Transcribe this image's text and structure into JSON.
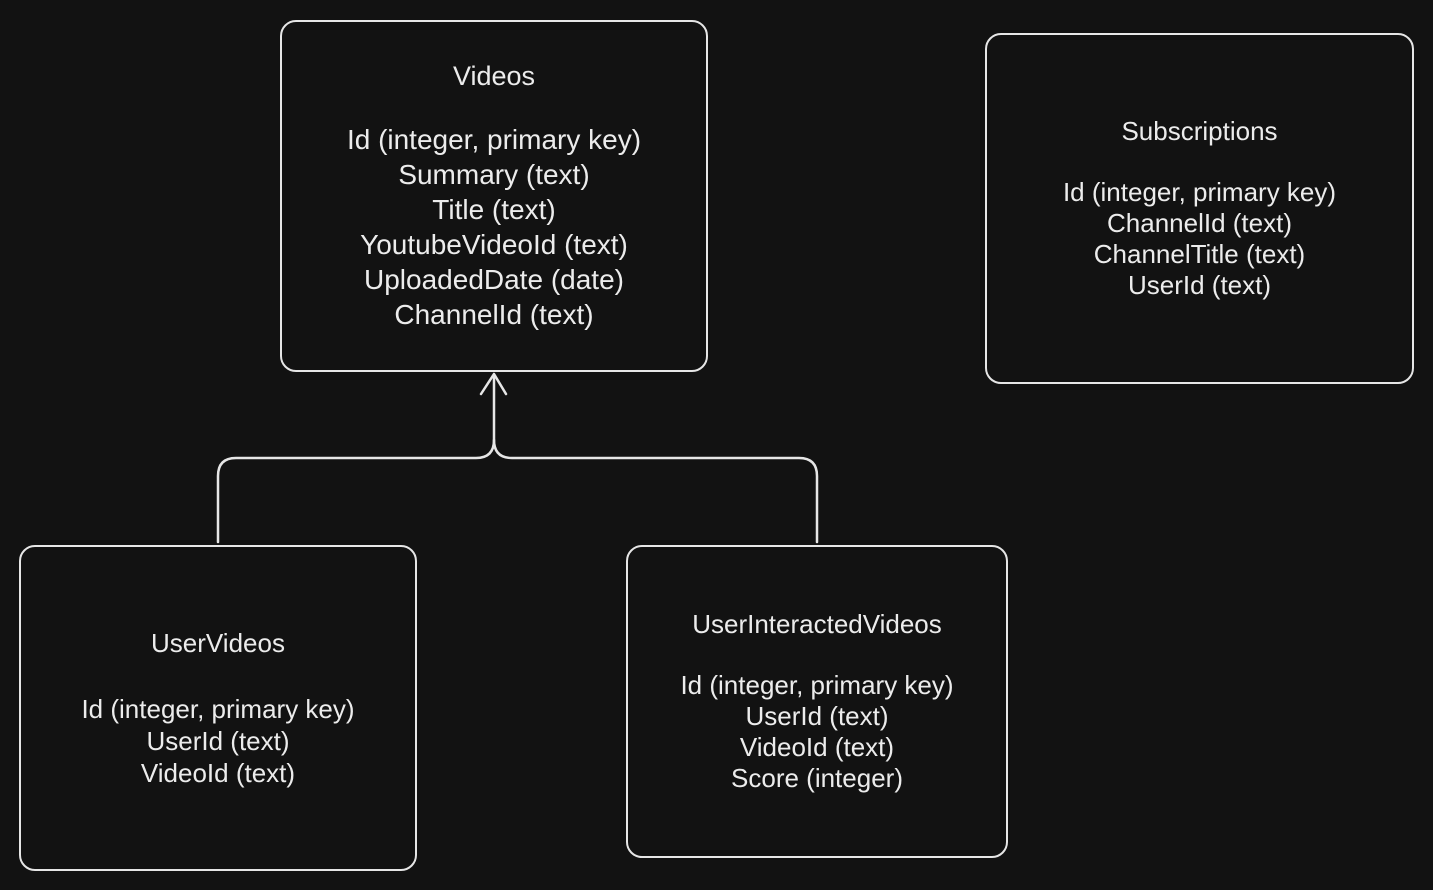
{
  "entities": {
    "videos": {
      "title": "Videos",
      "fields": [
        "Id (integer, primary key)",
        "Summary (text)",
        "Title (text)",
        "YoutubeVideoId (text)",
        "UploadedDate (date)",
        "ChannelId (text)"
      ]
    },
    "subscriptions": {
      "title": "Subscriptions",
      "fields": [
        "Id (integer, primary key)",
        "ChannelId (text)",
        "ChannelTitle (text)",
        "UserId (text)"
      ]
    },
    "user_videos": {
      "title": "UserVideos",
      "fields": [
        "Id (integer, primary key)",
        "UserId (text)",
        "VideoId (text)"
      ]
    },
    "user_interacted_videos": {
      "title": "UserInteractedVideos",
      "fields": [
        "Id (integer, primary key)",
        "UserId (text)",
        "VideoId (text)",
        "Score (integer)"
      ]
    }
  },
  "colors": {
    "background": "#121212",
    "stroke": "#e6e6e6",
    "text": "#ececec"
  }
}
